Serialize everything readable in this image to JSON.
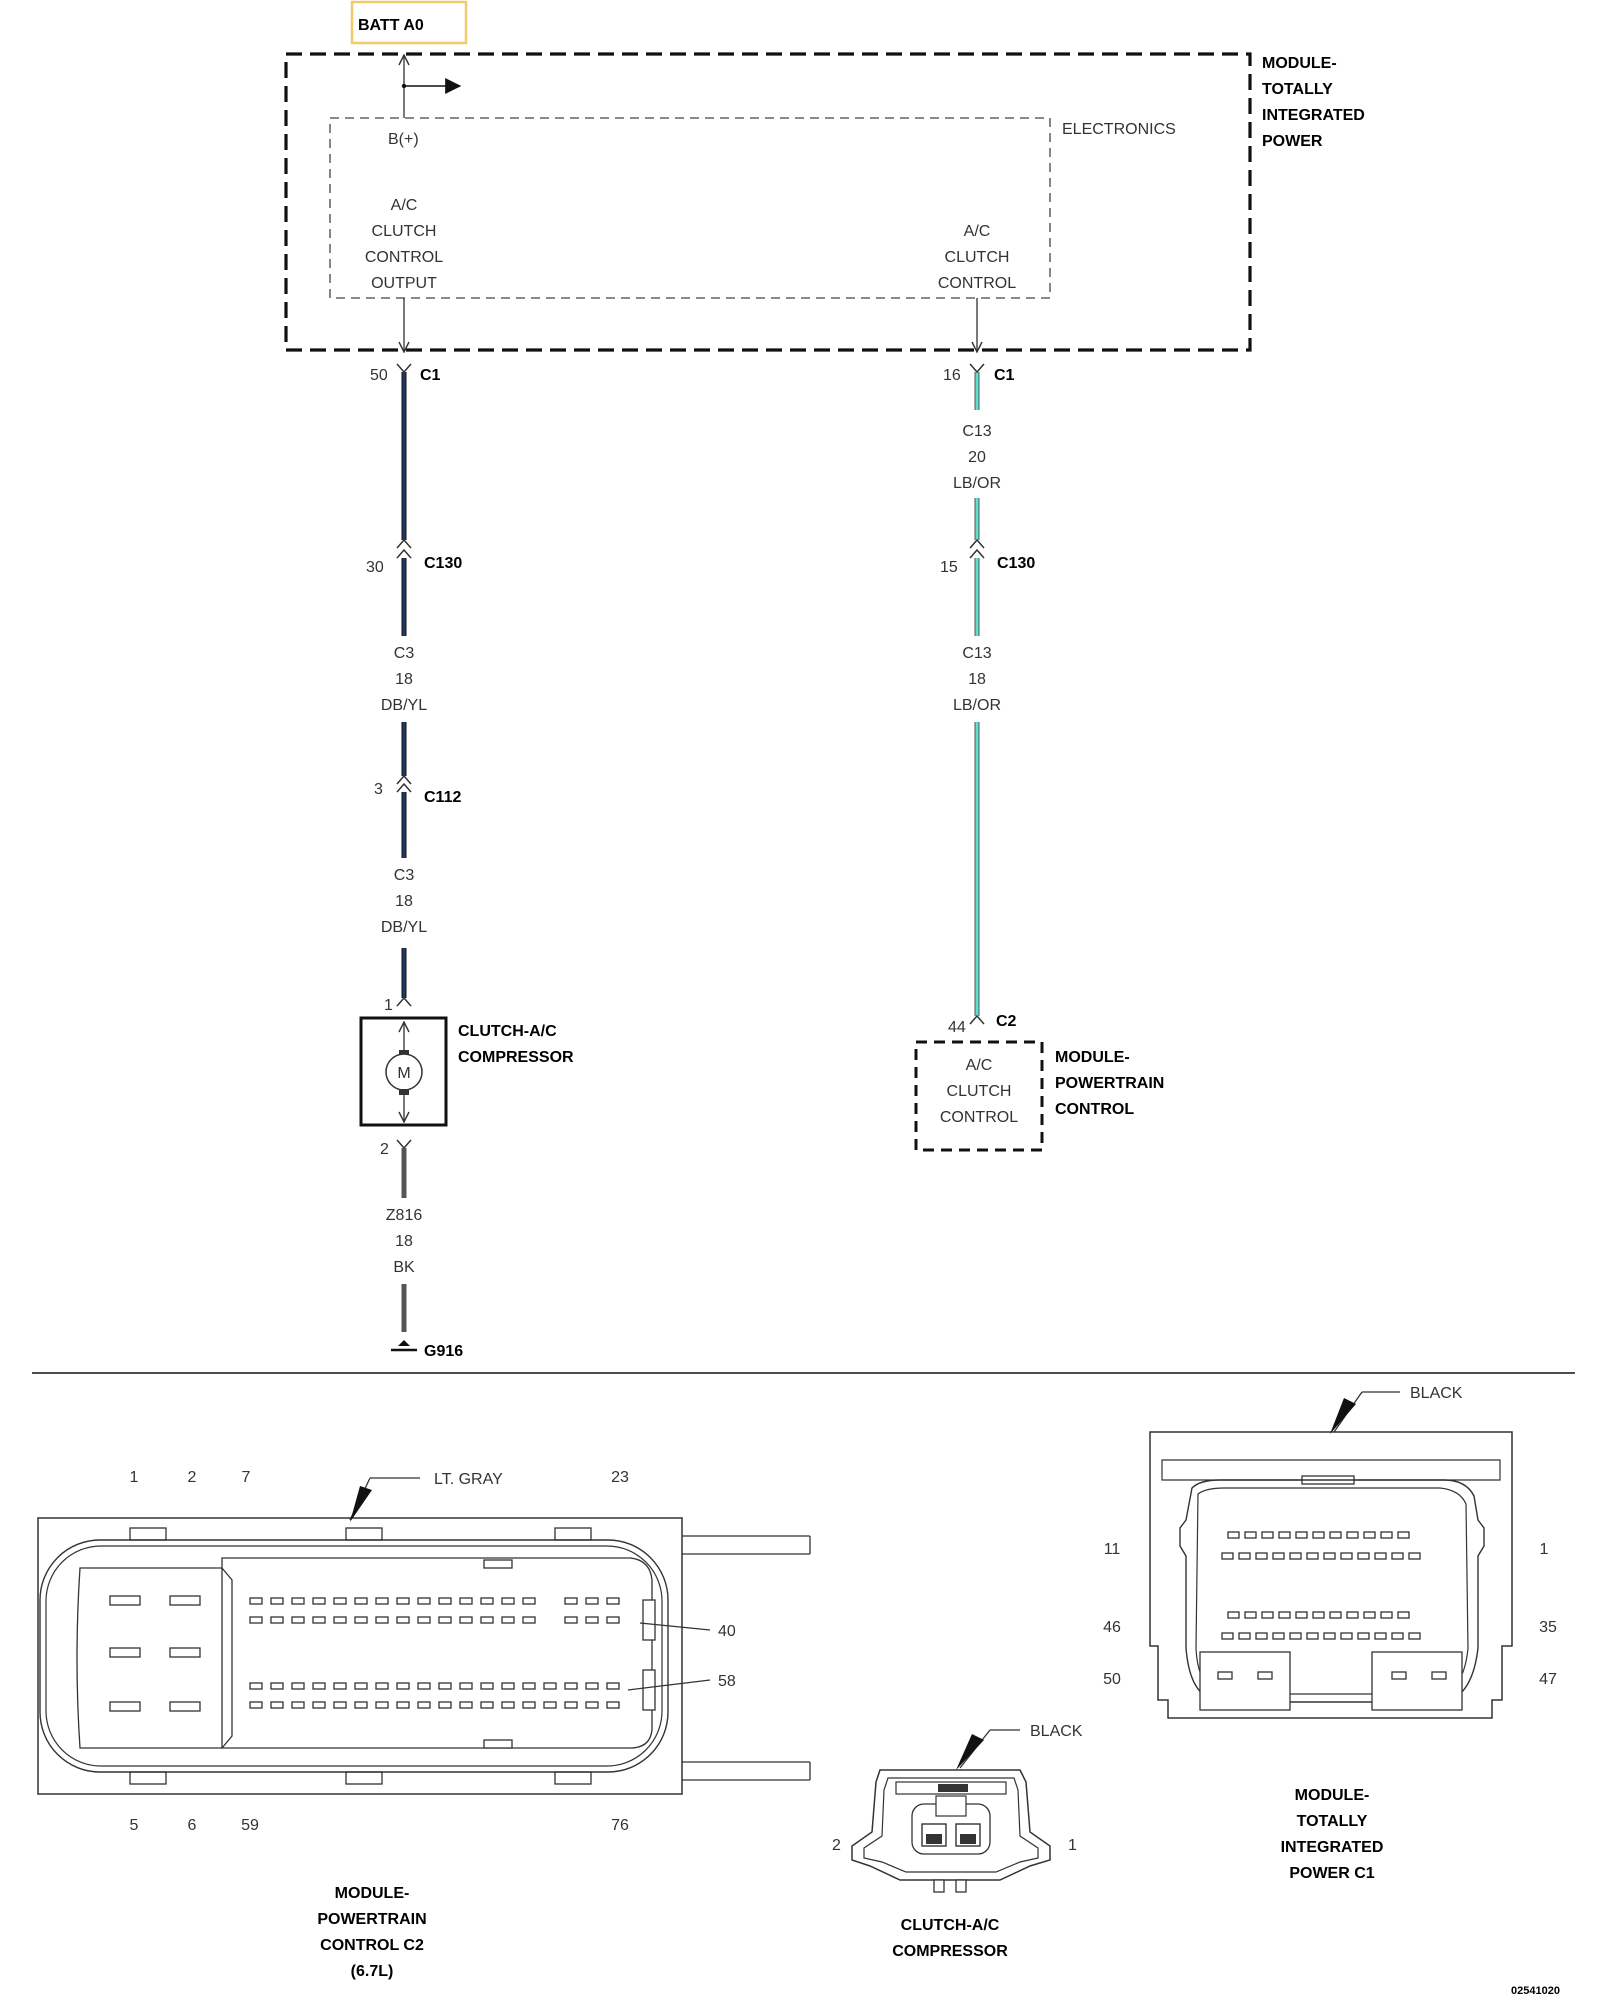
{
  "colors": {
    "wire_db_yl": "#1f3864",
    "wire_lb_or": "#5fe0cc",
    "wire_bk": "#555555",
    "batt_box": "#f2c96b"
  },
  "power_source": {
    "label": "BATT A0"
  },
  "tipm": {
    "name_lines": [
      "MODULE-",
      "TOTALLY",
      "INTEGRATED",
      "POWER"
    ],
    "electronics_label": "ELECTRONICS",
    "bplus_label": "B(+)",
    "output_lines": [
      "A/C",
      "CLUTCH",
      "CONTROL",
      "OUTPUT"
    ],
    "control_lines": [
      "A/C",
      "CLUTCH",
      "CONTROL"
    ]
  },
  "left_circuit": {
    "c1_pin": "50",
    "c1_label": "C1",
    "c130_pin": "30",
    "c130_label": "C130",
    "wire1_lines": [
      "C3",
      "18",
      "DB/YL"
    ],
    "c112_pin": "3",
    "c112_label": "C112",
    "wire2_lines": [
      "C3",
      "18",
      "DB/YL"
    ],
    "comp_pin1": "1",
    "comp_pin2": "2",
    "motor_symbol": "M",
    "clutch_name_lines": [
      "CLUTCH-A/C",
      "COMPRESSOR"
    ],
    "ground_wire_lines": [
      "Z816",
      "18",
      "BK"
    ],
    "ground_label": "G916"
  },
  "right_circuit": {
    "c1_pin": "16",
    "c1_label": "C1",
    "wire1_lines": [
      "C13",
      "20",
      "LB/OR"
    ],
    "c130_pin": "15",
    "c130_label": "C130",
    "wire2_lines": [
      "C13",
      "18",
      "LB/OR"
    ],
    "pcm_pin": "44",
    "pcm_connector": "C2",
    "pcm_box_lines": [
      "A/C",
      "CLUTCH",
      "CONTROL"
    ],
    "pcm_name_lines": [
      "MODULE-",
      "POWERTRAIN",
      "CONTROL"
    ]
  },
  "connectors": {
    "pcm_c2": {
      "color_label": "LT. GRAY",
      "top_pins": [
        "1",
        "2",
        "7",
        "23"
      ],
      "bottom_pins": [
        "5",
        "6",
        "59",
        "76"
      ],
      "callouts": [
        "40",
        "58"
      ],
      "name_lines": [
        "MODULE-",
        "POWERTRAIN",
        "CONTROL C2",
        "(6.7L)"
      ]
    },
    "clutch": {
      "color_label": "BLACK",
      "pin_left": "2",
      "pin_right": "1",
      "name_lines": [
        "CLUTCH-A/C",
        "COMPRESSOR"
      ]
    },
    "tipm_c1": {
      "color_label": "BLACK",
      "left_pins": [
        "11",
        "46",
        "50"
      ],
      "right_pins": [
        "1",
        "35",
        "47"
      ],
      "name_lines": [
        "MODULE-",
        "TOTALLY",
        "INTEGRATED",
        "POWER C1"
      ]
    }
  },
  "figure_id": "02541020"
}
